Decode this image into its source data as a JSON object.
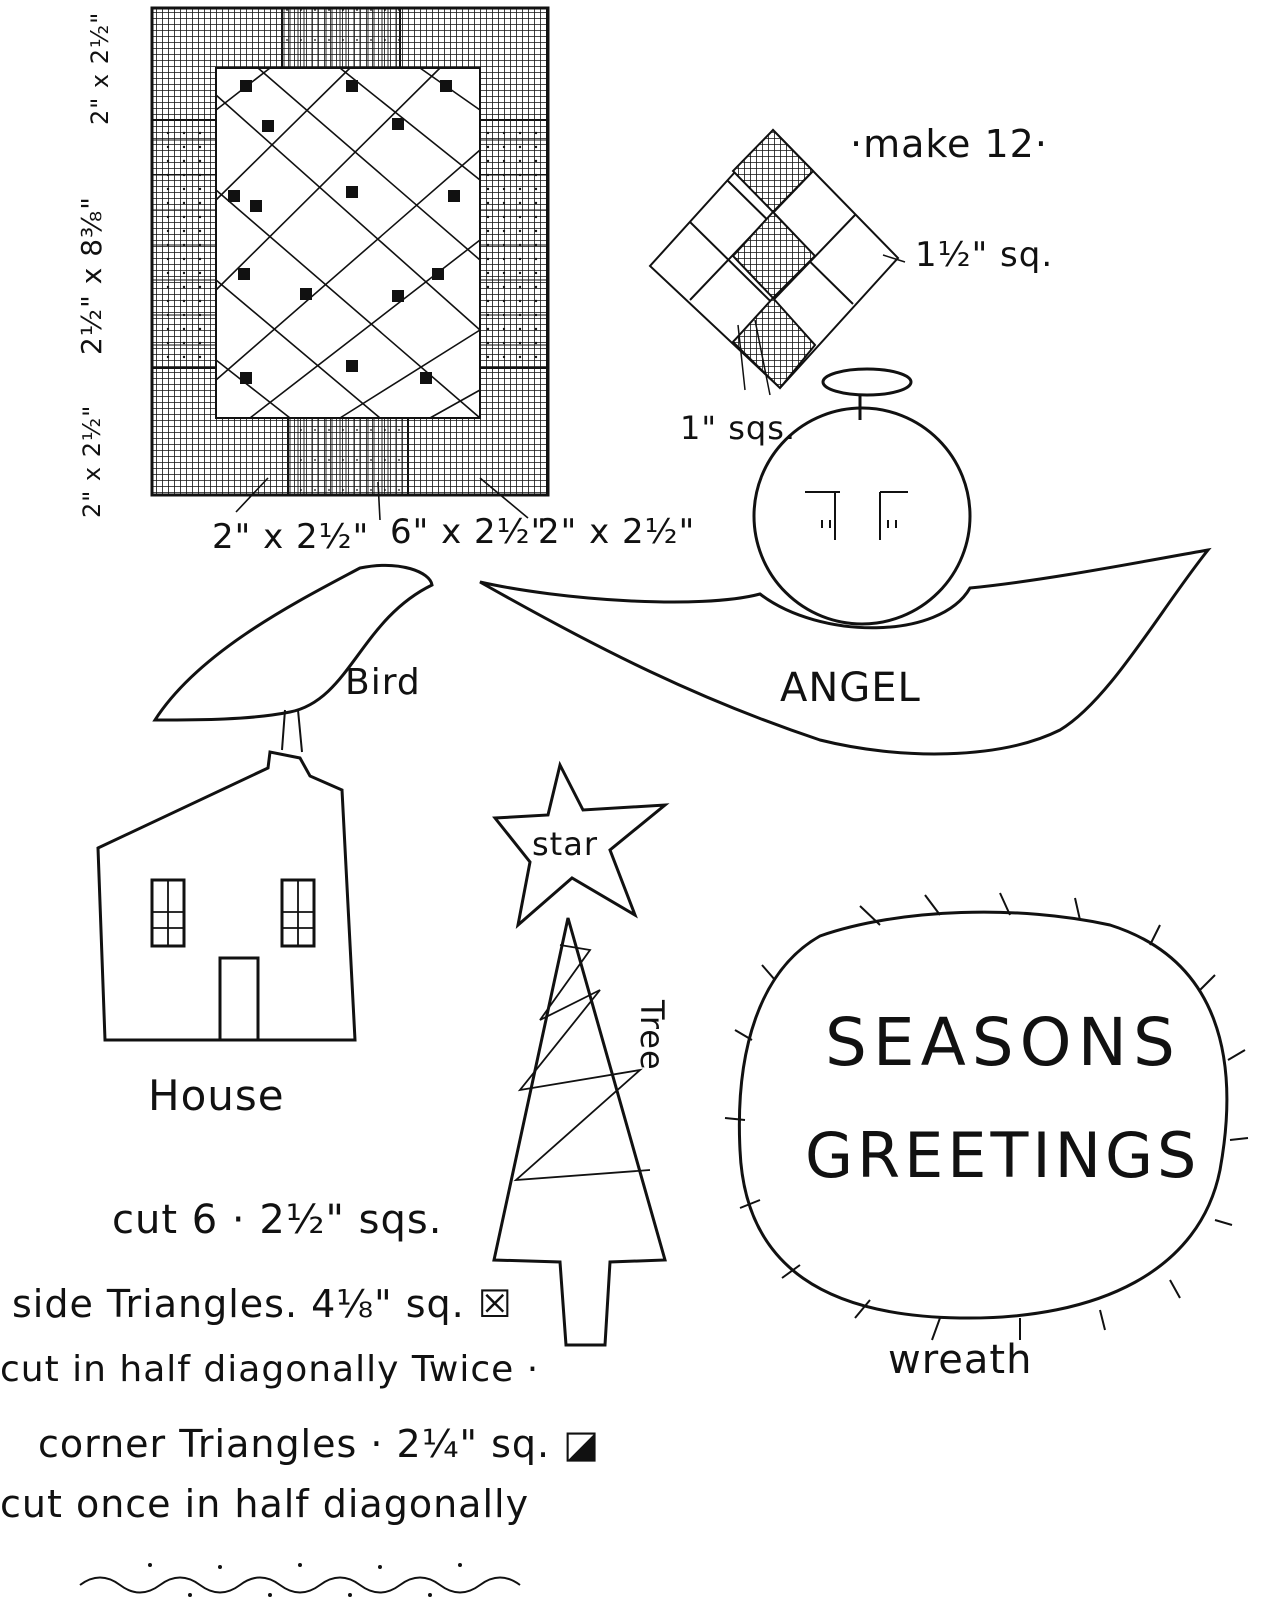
{
  "title": "",
  "quilt": {
    "dim_top_left": "2\" x 2½\"",
    "dim_side_left": "2½\" x 8⅜\"",
    "dim_bottom_left": "2\" x 2½\"",
    "dim_bottom_a": "2\" x 2½\"",
    "dim_bottom_b": "6\" x 2½\"",
    "dim_bottom_c": "2\" x 2½\""
  },
  "block": {
    "make": "·make 12·",
    "half_sq": "1½\" sq.",
    "one_sq": "1\" sqs."
  },
  "shapes": {
    "bird": "Bird",
    "angel": "ANGEL",
    "house": "House",
    "star": "star",
    "tree": "Tree",
    "wreath": "wreath",
    "wreath_text_1": "SEASONS",
    "wreath_text_2": "GREETINGS"
  },
  "instructions": {
    "line1": "cut 6 · 2½\" sqs.",
    "line2": "side Triangles. 4⅛\" sq. ☒",
    "line3": "cut in half diagonally Twice ·",
    "line4": "corner Triangles · 2¼\" sq. ◪",
    "line5": "cut once in half diagonally"
  },
  "colors": {
    "ink": "#111111",
    "paper": "#ffffff"
  }
}
